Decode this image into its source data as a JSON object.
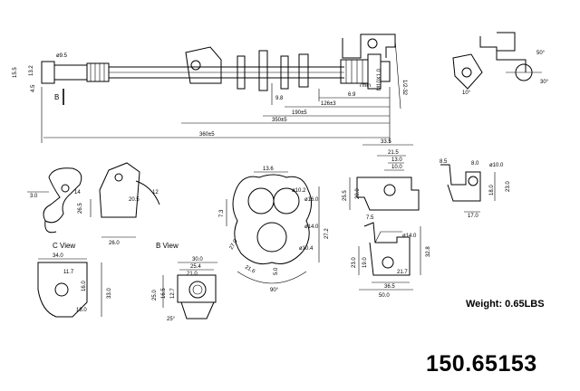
{
  "part_number": "150.65153",
  "weight": "Weight: 0.65LBS",
  "views": {
    "c": "C View",
    "b": "B View",
    "b_marker": "B"
  },
  "dims": {
    "top": [
      "ø9.5",
      "15.5",
      "13.2",
      "4.5",
      "360±5",
      "350±5",
      "190±5",
      "126±3",
      "9.8",
      "6.9",
      "7min",
      "M10X1.0",
      "1/2-32",
      "10°",
      "50°",
      "30°"
    ],
    "mid_left": [
      "3.0",
      "26.5",
      "26.0",
      "20.5",
      "14",
      "12"
    ],
    "center": [
      "13.6",
      "7.3",
      "ø10.2",
      "ø16.0",
      "ø14.0",
      "ø10.4",
      "27.2",
      "27.0",
      "21.6",
      "5.0",
      "90°"
    ],
    "mid_right": [
      "33.5",
      "21.5",
      "13.0",
      "10.0",
      "25.5",
      "20.0",
      "8.5",
      "8.0",
      "ø10.0",
      "18.0",
      "23.0",
      "17.0"
    ],
    "bottom_left": [
      "34.0",
      "11.7",
      "16.0",
      "33.0",
      "18.0"
    ],
    "bottom_mid": [
      "30.0",
      "25.4",
      "21.0",
      "25.0",
      "16.5",
      "12.7",
      "25°"
    ],
    "bottom_right": [
      "7.5",
      "ø14.0",
      "23.0",
      "19.0",
      "21.7",
      "36.5",
      "50.0",
      "32.8"
    ]
  }
}
